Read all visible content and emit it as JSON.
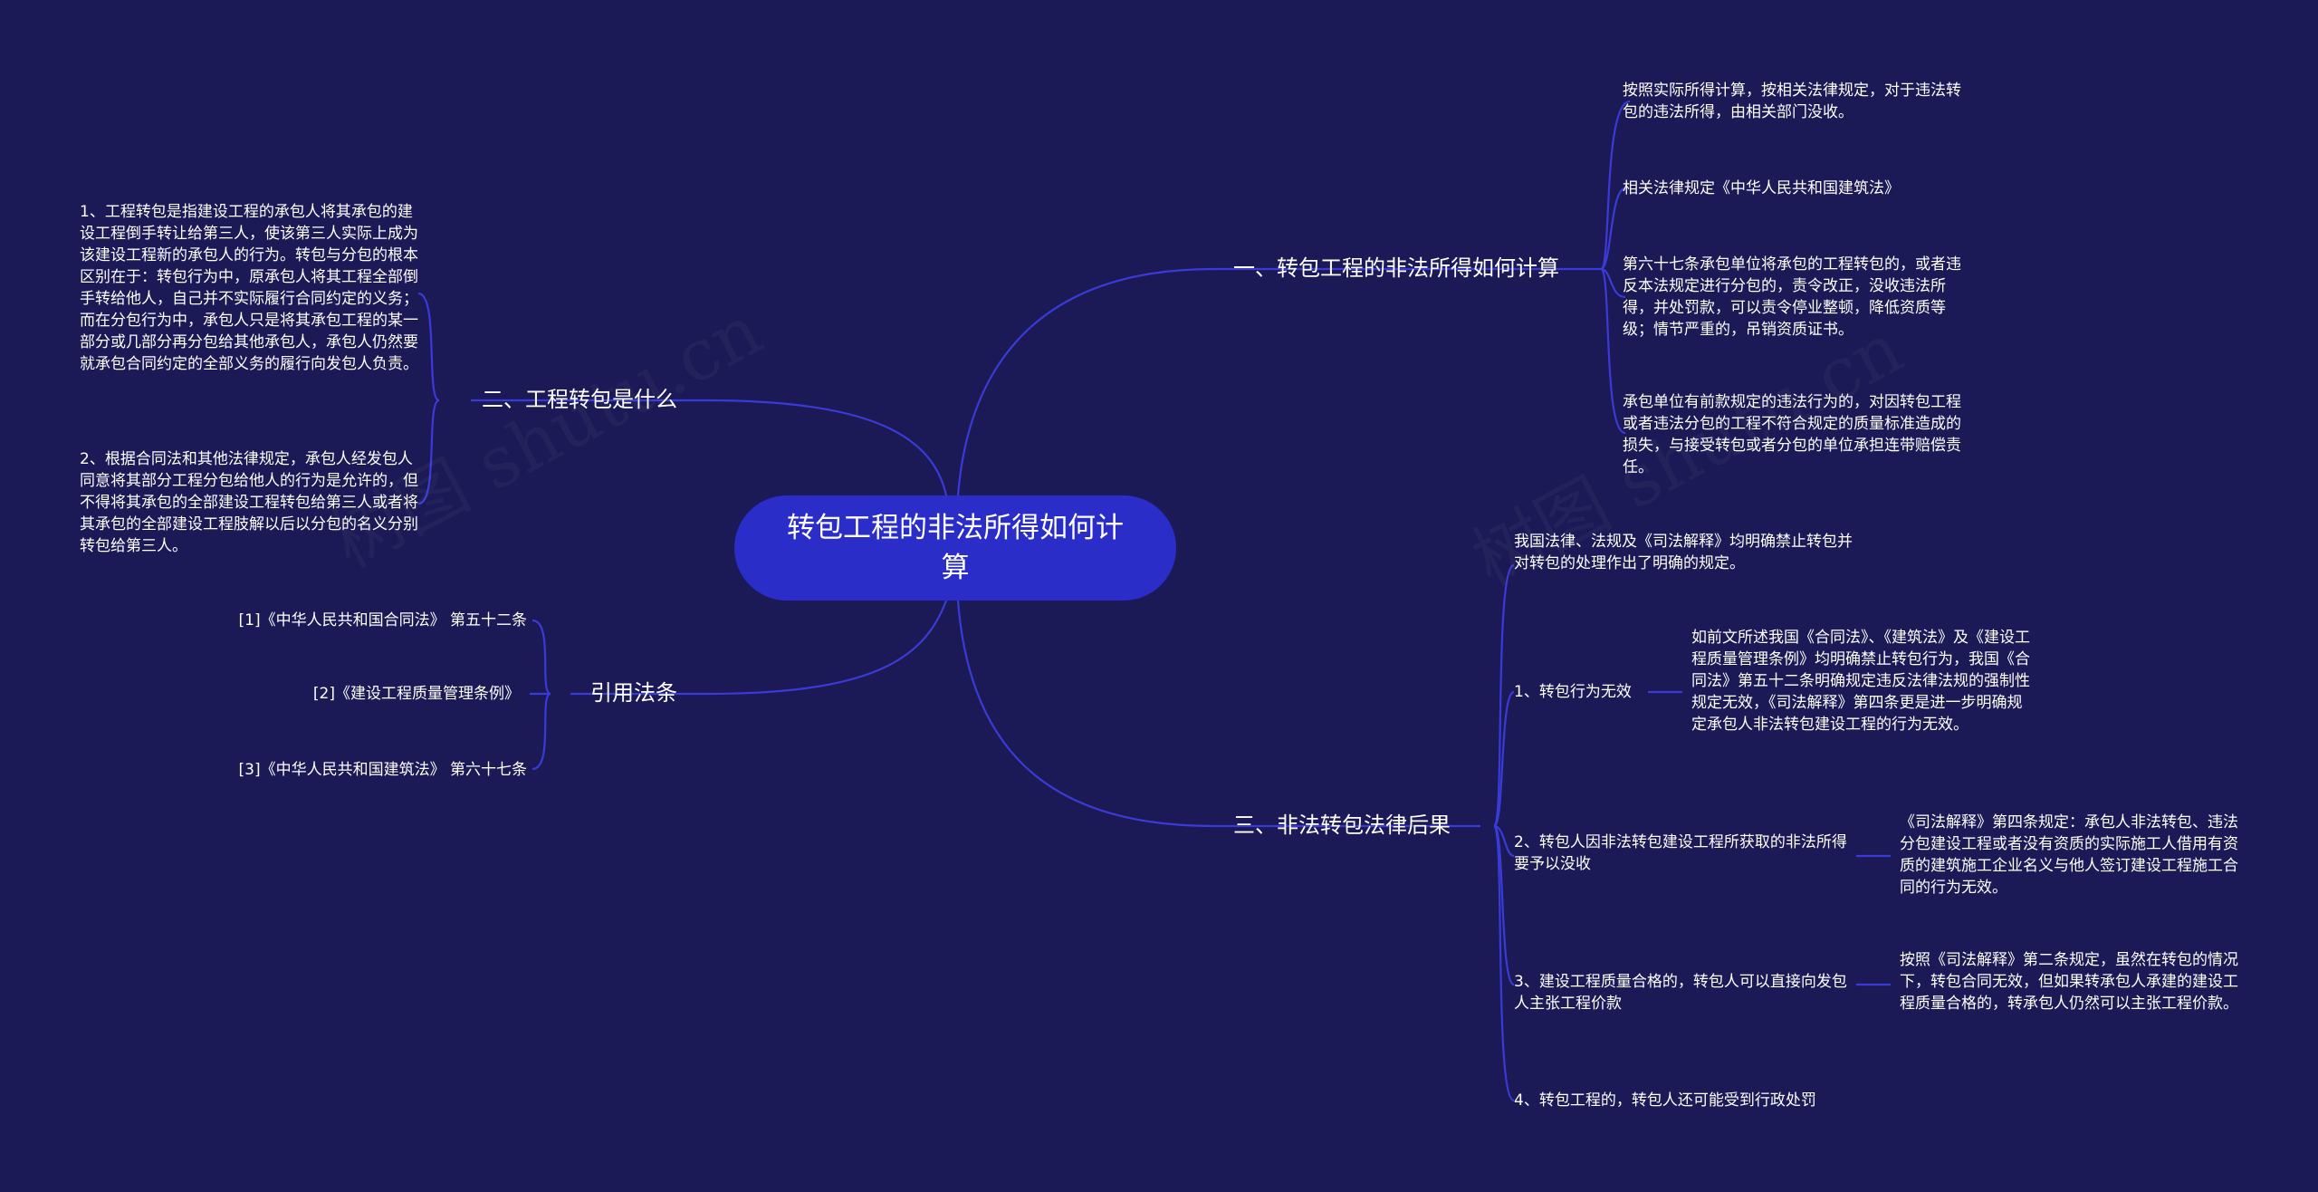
{
  "root": {
    "title": "转包工程的非法所得如何计算"
  },
  "watermarks": [
    "树图 shutu.cn",
    "树图 shutu.cn"
  ],
  "branches": {
    "b1": {
      "label": "一、转包工程的非法所得如何计算",
      "leaves": [
        "按照实际所得计算，按相关法律规定，对于违法转包的违法所得，由相关部门没收。",
        "相关法律规定《中华人民共和国建筑法》",
        "第六十七条承包单位将承包的工程转包的，或者违反本法规定进行分包的，责令改正，没收违法所得，并处罚款，可以责令停业整顿，降低资质等级；情节严重的，吊销资质证书。",
        "承包单位有前款规定的违法行为的，对因转包工程或者违法分包的工程不符合规定的质量标准造成的损失，与接受转包或者分包的单位承担连带赔偿责任。"
      ]
    },
    "b2": {
      "label": "二、工程转包是什么",
      "leaves": [
        "1、工程转包是指建设工程的承包人将其承包的建设工程倒手转让给第三人，使该第三人实际上成为该建设工程新的承包人的行为。转包与分包的根本区别在于：转包行为中，原承包人将其工程全部倒手转给他人，自己并不实际履行合同约定的义务；而在分包行为中，承包人只是将其承包工程的某一部分或几部分再分包给其他承包人，承包人仍然要就承包合同约定的全部义务的履行向发包人负责。",
        "2、根据合同法和其他法律规定，承包人经发包人同意将其部分工程分包给他人的行为是允许的，但不得将其承包的全部建设工程转包给第三人或者将其承包的全部建设工程肢解以后以分包的名义分别转包给第三人。"
      ]
    },
    "b3": {
      "label": "引用法条",
      "leaves": [
        "[1]《中华人民共和国合同法》 第五十二条",
        "[2]《建设工程质量管理条例》",
        "[3]《中华人民共和国建筑法》 第六十七条"
      ]
    },
    "b4": {
      "label": "三、非法转包法律后果",
      "intro": "我国法律、法规及《司法解释》均明确禁止转包并对转包的处理作出了明确的规定。",
      "subs": [
        {
          "label": "1、转包行为无效",
          "detail": "如前文所述我国《合同法》、《建筑法》及《建设工程质量管理条例》均明确禁止转包行为，我国《合同法》第五十二条明确规定违反法律法规的强制性规定无效，《司法解释》第四条更是进一步明确规定承包人非法转包建设工程的行为无效。"
        },
        {
          "label": "2、转包人因非法转包建设工程所获取的非法所得要予以没收",
          "detail": "《司法解释》第四条规定：承包人非法转包、违法分包建设工程或者没有资质的实际施工人借用有资质的建筑施工企业名义与他人签订建设工程施工合同的行为无效。"
        },
        {
          "label": "3、建设工程质量合格的，转包人可以直接向发包人主张工程价款",
          "detail": "按照《司法解释》第二条规定，虽然在转包的情况下，转包合同无效，但如果转承包人承建的建设工程质量合格的，转承包人仍然可以主张工程价款。"
        },
        {
          "label": "4、转包工程的，转包人还可能受到行政处罚",
          "detail": ""
        }
      ]
    }
  },
  "colors": {
    "background": "#1b1a56",
    "root_fill": "#2a2dc8",
    "connector": "#3a3bd6",
    "text": "#ffffff"
  }
}
